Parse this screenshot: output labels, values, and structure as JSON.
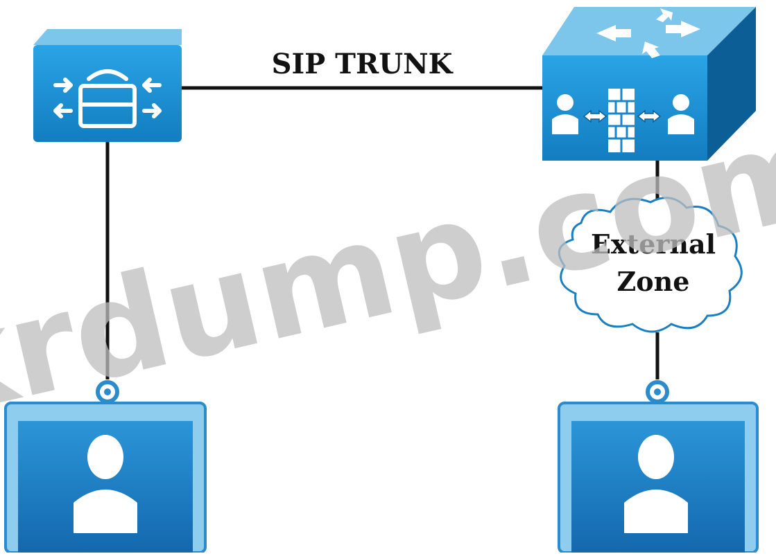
{
  "diagram": {
    "trunk_label": "SIP TRUNK",
    "cloud_label_line1": "External",
    "cloud_label_line2": "Zone",
    "watermark": "krdump.com"
  },
  "colors": {
    "device_front": "#1c8fd1",
    "device_top": "#7cc6ec",
    "device_side": "#0c5f96",
    "endpoint_frame": "#2a8ccd",
    "endpoint_screen": "#1f7fc3",
    "line": "#111111",
    "watermark": "#bdbdbd"
  }
}
